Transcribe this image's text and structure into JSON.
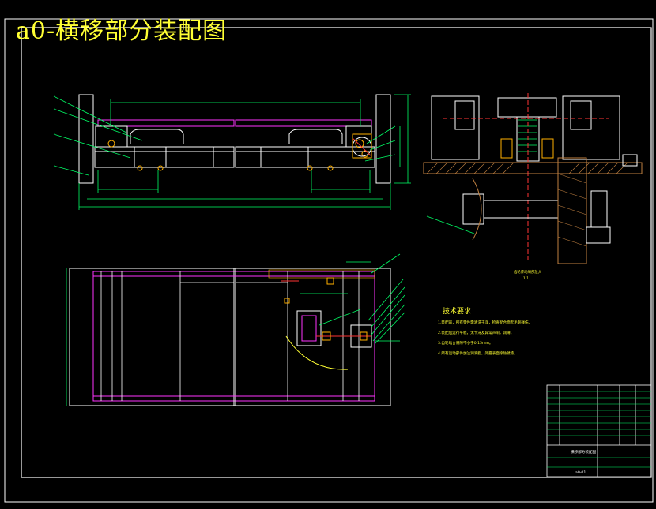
{
  "title": "a0-横移部分装配图",
  "tech_requirements": {
    "heading": "技术要求",
    "items": [
      "1.装配前，所有零件需清洗干净，检查配合面无毛刺碰伤。",
      "2.装配后运行平稳，无卡滞及异常声响，润滑。",
      "3.齿轮啮合侧隙不小于0.15mm。",
      "4.所有运动部件加注润滑脂，外露表面涂防锈漆。"
    ]
  },
  "detail_caption": {
    "line1": "齿轮传动局部放大",
    "line2": "1:1"
  },
  "title_block": {
    "drawing_name": "横移部分装配图",
    "drawing_no": "a0-01"
  },
  "colors": {
    "frame": "#ffffff",
    "title": "#ffff33",
    "part_line": "#ffffff",
    "dimension": "#00ff66",
    "centerline": "#ff3333",
    "rail": "#ff33ff",
    "accent": "#ffb000",
    "blue": "#3399ff",
    "hatch": "#c08040"
  }
}
